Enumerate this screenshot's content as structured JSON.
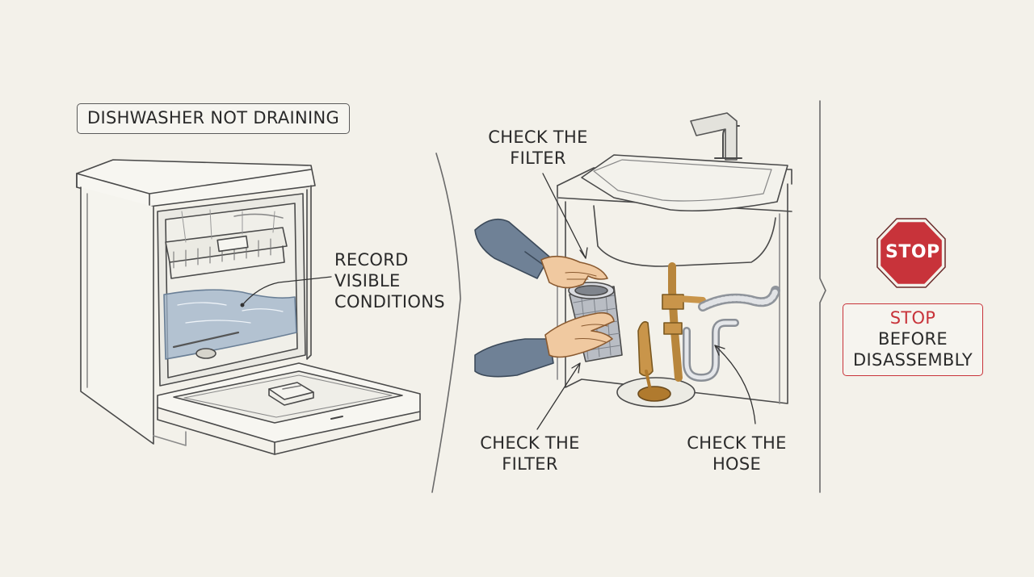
{
  "title_box": {
    "text": "DISHWASHER NOT DRAINING"
  },
  "labels": {
    "record_1": "RECORD",
    "record_2": "VISIBLE",
    "record_3": "CONDITIONS",
    "filter_top_1": "CHECK THE",
    "filter_top_2": "FILTER",
    "filter_bottom_1": "CHECK THE",
    "filter_bottom_2": "FILTER",
    "hose_1": "CHECK THE",
    "hose_2": "HOSE"
  },
  "stop_sign": {
    "text": "STOP"
  },
  "warning": {
    "stop_word": "STOP",
    "rest_1": "BEFORE",
    "rest_2": "DISASSEMBLY"
  },
  "colors": {
    "stop_red": "#c8333a",
    "water_blue": "#9fb3c8",
    "sleeve_blue": "#6f8196",
    "brass": "#c9954a",
    "paper": "#f3f1ea"
  }
}
